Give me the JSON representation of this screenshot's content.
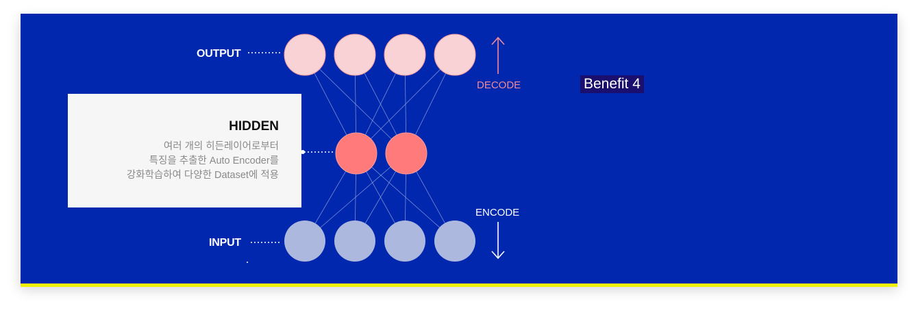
{
  "labels": {
    "output": "OUTPUT",
    "input": "INPUT",
    "decode": "DECODE",
    "encode": "ENCODE"
  },
  "hidden": {
    "title": "HIDDEN",
    "lines": [
      "여러 개의 히든레이어로부터",
      "특징을 추출한 Auto Encoder를",
      "강화학습하여 다양한 Dataset에 적용"
    ]
  },
  "benefit": "Benefit 4",
  "colors": {
    "background": "#0027ad",
    "underline": "#f2f20a",
    "output_node": "#f8d2d4",
    "hidden_node": "#ff7b7b",
    "input_node": "#adb8de",
    "decode": "#f28a9a",
    "encode": "#ffffff",
    "benefit_bg": "#1a0f6e"
  },
  "network": {
    "output_nodes": 4,
    "hidden_nodes": 2,
    "input_nodes": 4
  }
}
